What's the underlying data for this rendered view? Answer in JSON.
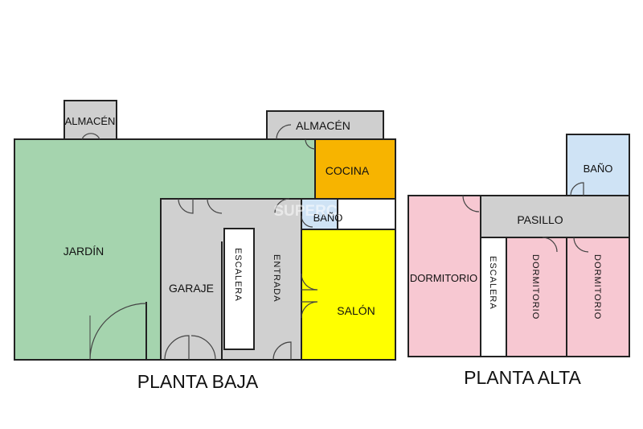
{
  "ground_floor": {
    "title": "PLANTA BAJA",
    "rooms": {
      "almacen_left": "ALMACÉN",
      "almacen_right": "ALMACÉN",
      "jardin": "JARDÍN",
      "cocina": "COCINA",
      "bano": "BAÑO",
      "garaje": "GARAJE",
      "escalera": "ESCALERA",
      "entrada": "ENTRADA",
      "salon": "SALÓN"
    }
  },
  "upper_floor": {
    "title": "PLANTA ALTA",
    "rooms": {
      "bano": "BAÑO",
      "pasillo": "PASILLO",
      "dormitorio_1": "DORMITORIO",
      "escalera": "ESCALERA",
      "dormitorio_2": "DORMITORIO",
      "dormitorio_3": "DORMITORIO"
    }
  },
  "watermark": "SUPERCASA",
  "colors": {
    "jardin": "#a5d4ae",
    "storage": "#cfcfcf",
    "cocina": "#f7b400",
    "bano": "#cfe3f5",
    "hall": "#d0d0d0",
    "salon": "#ffff00",
    "dormitorio": "#f7c8d2",
    "escalera": "#ffffff"
  }
}
